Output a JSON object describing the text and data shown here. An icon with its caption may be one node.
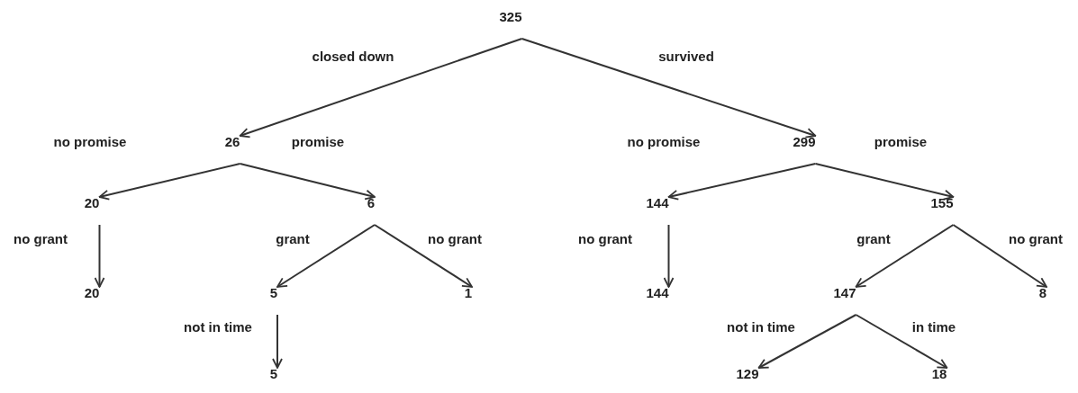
{
  "diagram": {
    "nodes": [
      {
        "text": [
          "325"
        ]
      },
      {
        "text": [
          "26"
        ]
      },
      {
        "text": [
          "299"
        ]
      },
      {
        "text": [
          "20"
        ]
      },
      {
        "text": [
          "6"
        ]
      },
      {
        "text": [
          "144"
        ]
      },
      {
        "text": [
          "155"
        ]
      },
      {
        "text": [
          "20"
        ]
      },
      {
        "text": [
          "5"
        ]
      },
      {
        "text": [
          "1"
        ]
      },
      {
        "text": [
          "144"
        ]
      },
      {
        "text": [
          "147"
        ]
      },
      {
        "text": [
          "8"
        ]
      },
      {
        "text": [
          "5"
        ]
      },
      {
        "text": [
          "129"
        ]
      },
      {
        "text": [
          "18"
        ]
      }
    ],
    "edges": [
      {
        "from": 0,
        "to": 1,
        "arrow": "to",
        "label": "closed down"
      },
      {
        "from": 0,
        "to": 2,
        "arrow": "to",
        "label": "survived"
      },
      {
        "from": 1,
        "to": 3,
        "arrow": "to",
        "label": "no promise"
      },
      {
        "from": 1,
        "to": 4,
        "arrow": "to",
        "label": "promise"
      },
      {
        "from": 2,
        "to": 5,
        "arrow": "to",
        "label": "no promise"
      },
      {
        "from": 2,
        "to": 6,
        "arrow": "to",
        "label": "promise"
      },
      {
        "from": 3,
        "to": 7,
        "arrow": "to",
        "label": "no grant"
      },
      {
        "from": 4,
        "to": 8,
        "arrow": "to",
        "label": "grant"
      },
      {
        "from": 4,
        "to": 9,
        "arrow": "to",
        "label": "no grant"
      },
      {
        "from": 5,
        "to": 10,
        "arrow": "to",
        "label": "no grant"
      },
      {
        "from": 6,
        "to": 11,
        "arrow": "to",
        "label": "grant"
      },
      {
        "from": 6,
        "to": 12,
        "arrow": "to",
        "label": "no grant"
      },
      {
        "from": 8,
        "to": 13,
        "arrow": "to",
        "label": "not in time"
      },
      {
        "from": 11,
        "to": 14,
        "arrow": "to",
        "label": "not in time"
      },
      {
        "from": 11,
        "to": 15,
        "arrow": "to",
        "label": "in time"
      }
    ]
  }
}
